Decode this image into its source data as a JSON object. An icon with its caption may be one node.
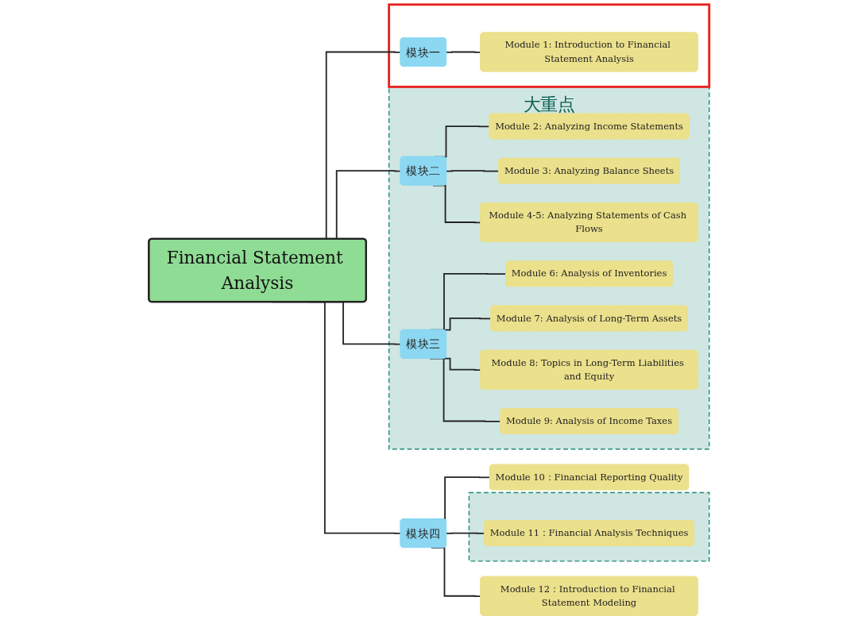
{
  "diagram": {
    "nodes": [
      {
        "text": [
          "Financial Statement Analysis"
        ]
      },
      {
        "text": [],
        "shape": "box"
      },
      {
        "text": [
          "模块一"
        ],
        "in": 1
      },
      {
        "text": [
          "Module 1: Introduction to Financial Statement Analysis"
        ],
        "in": 1
      },
      {
        "text": [
          "大重点"
        ]
      },
      {
        "text": [
          "模块二"
        ],
        "in": 4
      },
      {
        "text": [
          "Module 2: Analyzing Income Statements"
        ],
        "in": 4
      },
      {
        "text": [
          "Module 3: Analyzing Balance Sheets"
        ],
        "in": 4
      },
      {
        "text": [
          "Module 4-5: Analyzing Statements of Cash Flows"
        ],
        "in": 4
      },
      {
        "text": [
          "模块三"
        ],
        "in": 4
      },
      {
        "text": [
          "Module 6: Analysis of Inventories"
        ],
        "in": 4
      },
      {
        "text": [
          "Module 7: Analysis of Long-Term Assets"
        ],
        "in": 4
      },
      {
        "text": [
          "Module 8: Topics in Long-Term Liabilities and Equity"
        ],
        "in": 4
      },
      {
        "text": [
          "Module 9: Analysis of Income Taxes"
        ],
        "in": 4
      },
      {
        "text": [
          "模块四"
        ]
      },
      {
        "text": [
          "Module 10：Financial Reporting Quality"
        ]
      },
      {
        "text": [],
        "shape": "box"
      },
      {
        "text": [
          "Module 11：Financial Analysis Techniques"
        ],
        "in": 16
      },
      {
        "text": [
          "Module 12：Introduction to Financial Statement Modeling"
        ]
      }
    ],
    "edges": [
      {
        "from": 0,
        "to": 2,
        "arrow": "none"
      },
      {
        "from": 2,
        "to": 3,
        "arrow": "none"
      },
      {
        "from": 0,
        "to": 5,
        "arrow": "none"
      },
      {
        "from": 5,
        "to": 6,
        "arrow": "none"
      },
      {
        "from": 5,
        "to": 7,
        "arrow": "none"
      },
      {
        "from": 5,
        "to": 8,
        "arrow": "none"
      },
      {
        "from": 0,
        "to": 9,
        "arrow": "none"
      },
      {
        "from": 9,
        "to": 10,
        "arrow": "none"
      },
      {
        "from": 9,
        "to": 11,
        "arrow": "none"
      },
      {
        "from": 9,
        "to": 12,
        "arrow": "none"
      },
      {
        "from": 9,
        "to": 13,
        "arrow": "none"
      },
      {
        "from": 0,
        "to": 14,
        "arrow": "none"
      },
      {
        "from": 14,
        "to": 15,
        "arrow": "none"
      },
      {
        "from": 14,
        "to": 17,
        "arrow": "none"
      },
      {
        "from": 14,
        "to": 18,
        "arrow": "none"
      }
    ]
  }
}
